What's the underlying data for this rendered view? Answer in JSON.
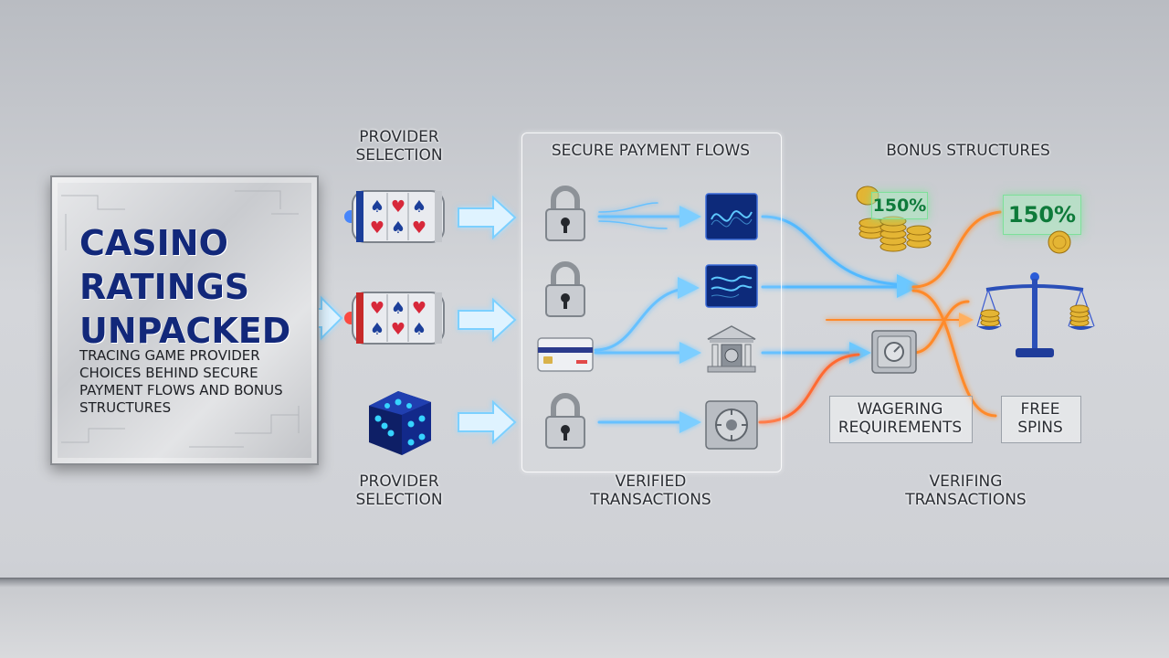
{
  "plaque": {
    "title_lines": [
      "Casino",
      "Ratings",
      "Unpacked"
    ],
    "subtitle": "Tracing game provider choices behind secure payment flows and bonus structures"
  },
  "labels": {
    "provider_top": "Provider Selection",
    "provider_bottom": "Provider Selection",
    "secure_payment": "Secure Payment Flows",
    "verified": "Verified Transactions",
    "bonus": "Bonus Structures",
    "wagering": "Wagering Requirements",
    "free_spins": "Free Spins",
    "verifing": "Verifing Transactions"
  },
  "badges": {
    "left": "150%",
    "right": "150%"
  },
  "colors": {
    "title_blue": "#12287a",
    "flow_blue": "#4fb8ff",
    "flow_orange": "#ff8a2a",
    "badge_green": "#0e7a3a"
  },
  "icons": [
    "slot-reel-icon",
    "slot-reel-icon",
    "dice-icon",
    "padlock-icon",
    "credit-card-icon",
    "waveform-chip-icon",
    "bank-icon",
    "vault-icon",
    "coin-stack-icon",
    "balance-scale-icon"
  ]
}
